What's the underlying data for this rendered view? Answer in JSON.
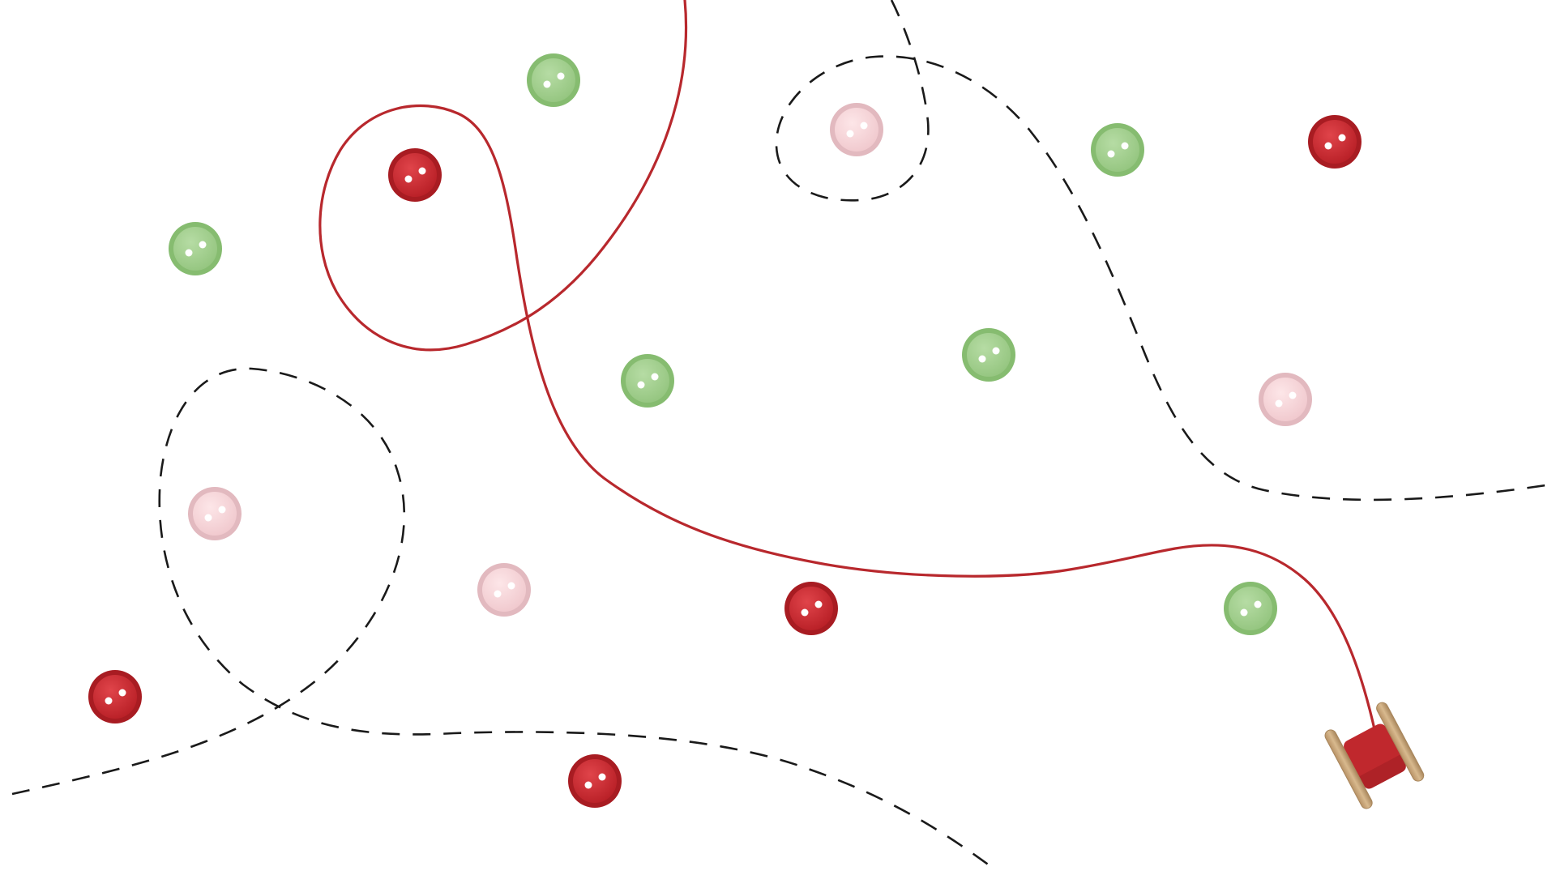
{
  "colors": {
    "background": "#ffffff",
    "thread": "#b8282d",
    "dashed_stitch": "#1a1a1a",
    "button_red": "#c8232c",
    "button_red_rim": "#a81c22",
    "button_green": "#9fcf8a",
    "button_green_rim": "#86bc70",
    "button_pink": "#f6d4d8",
    "button_pink_rim": "#e2b9bf",
    "button_hole": "#ffffff",
    "spool_thread": "#c0282d",
    "spool_wood": "#c9a67a",
    "spool_wood_shade": "#a8865c"
  },
  "scene": {
    "description_icons": [
      "thread-icon",
      "spool-icon",
      "button-icon",
      "dashed-stitch-icon"
    ],
    "buttons": [
      {
        "id": "green-1",
        "color": "green"
      },
      {
        "id": "red-1",
        "color": "red"
      },
      {
        "id": "green-2",
        "color": "green"
      },
      {
        "id": "pink-1",
        "color": "pink"
      },
      {
        "id": "green-3",
        "color": "green"
      },
      {
        "id": "red-2",
        "color": "red"
      },
      {
        "id": "green-4",
        "color": "green"
      },
      {
        "id": "green-5",
        "color": "green"
      },
      {
        "id": "pink-2",
        "color": "pink"
      },
      {
        "id": "pink-3",
        "color": "pink"
      },
      {
        "id": "pink-4",
        "color": "pink"
      },
      {
        "id": "red-3",
        "color": "red"
      },
      {
        "id": "green-6",
        "color": "green"
      },
      {
        "id": "red-4",
        "color": "red"
      },
      {
        "id": "red-5",
        "color": "red"
      }
    ]
  }
}
